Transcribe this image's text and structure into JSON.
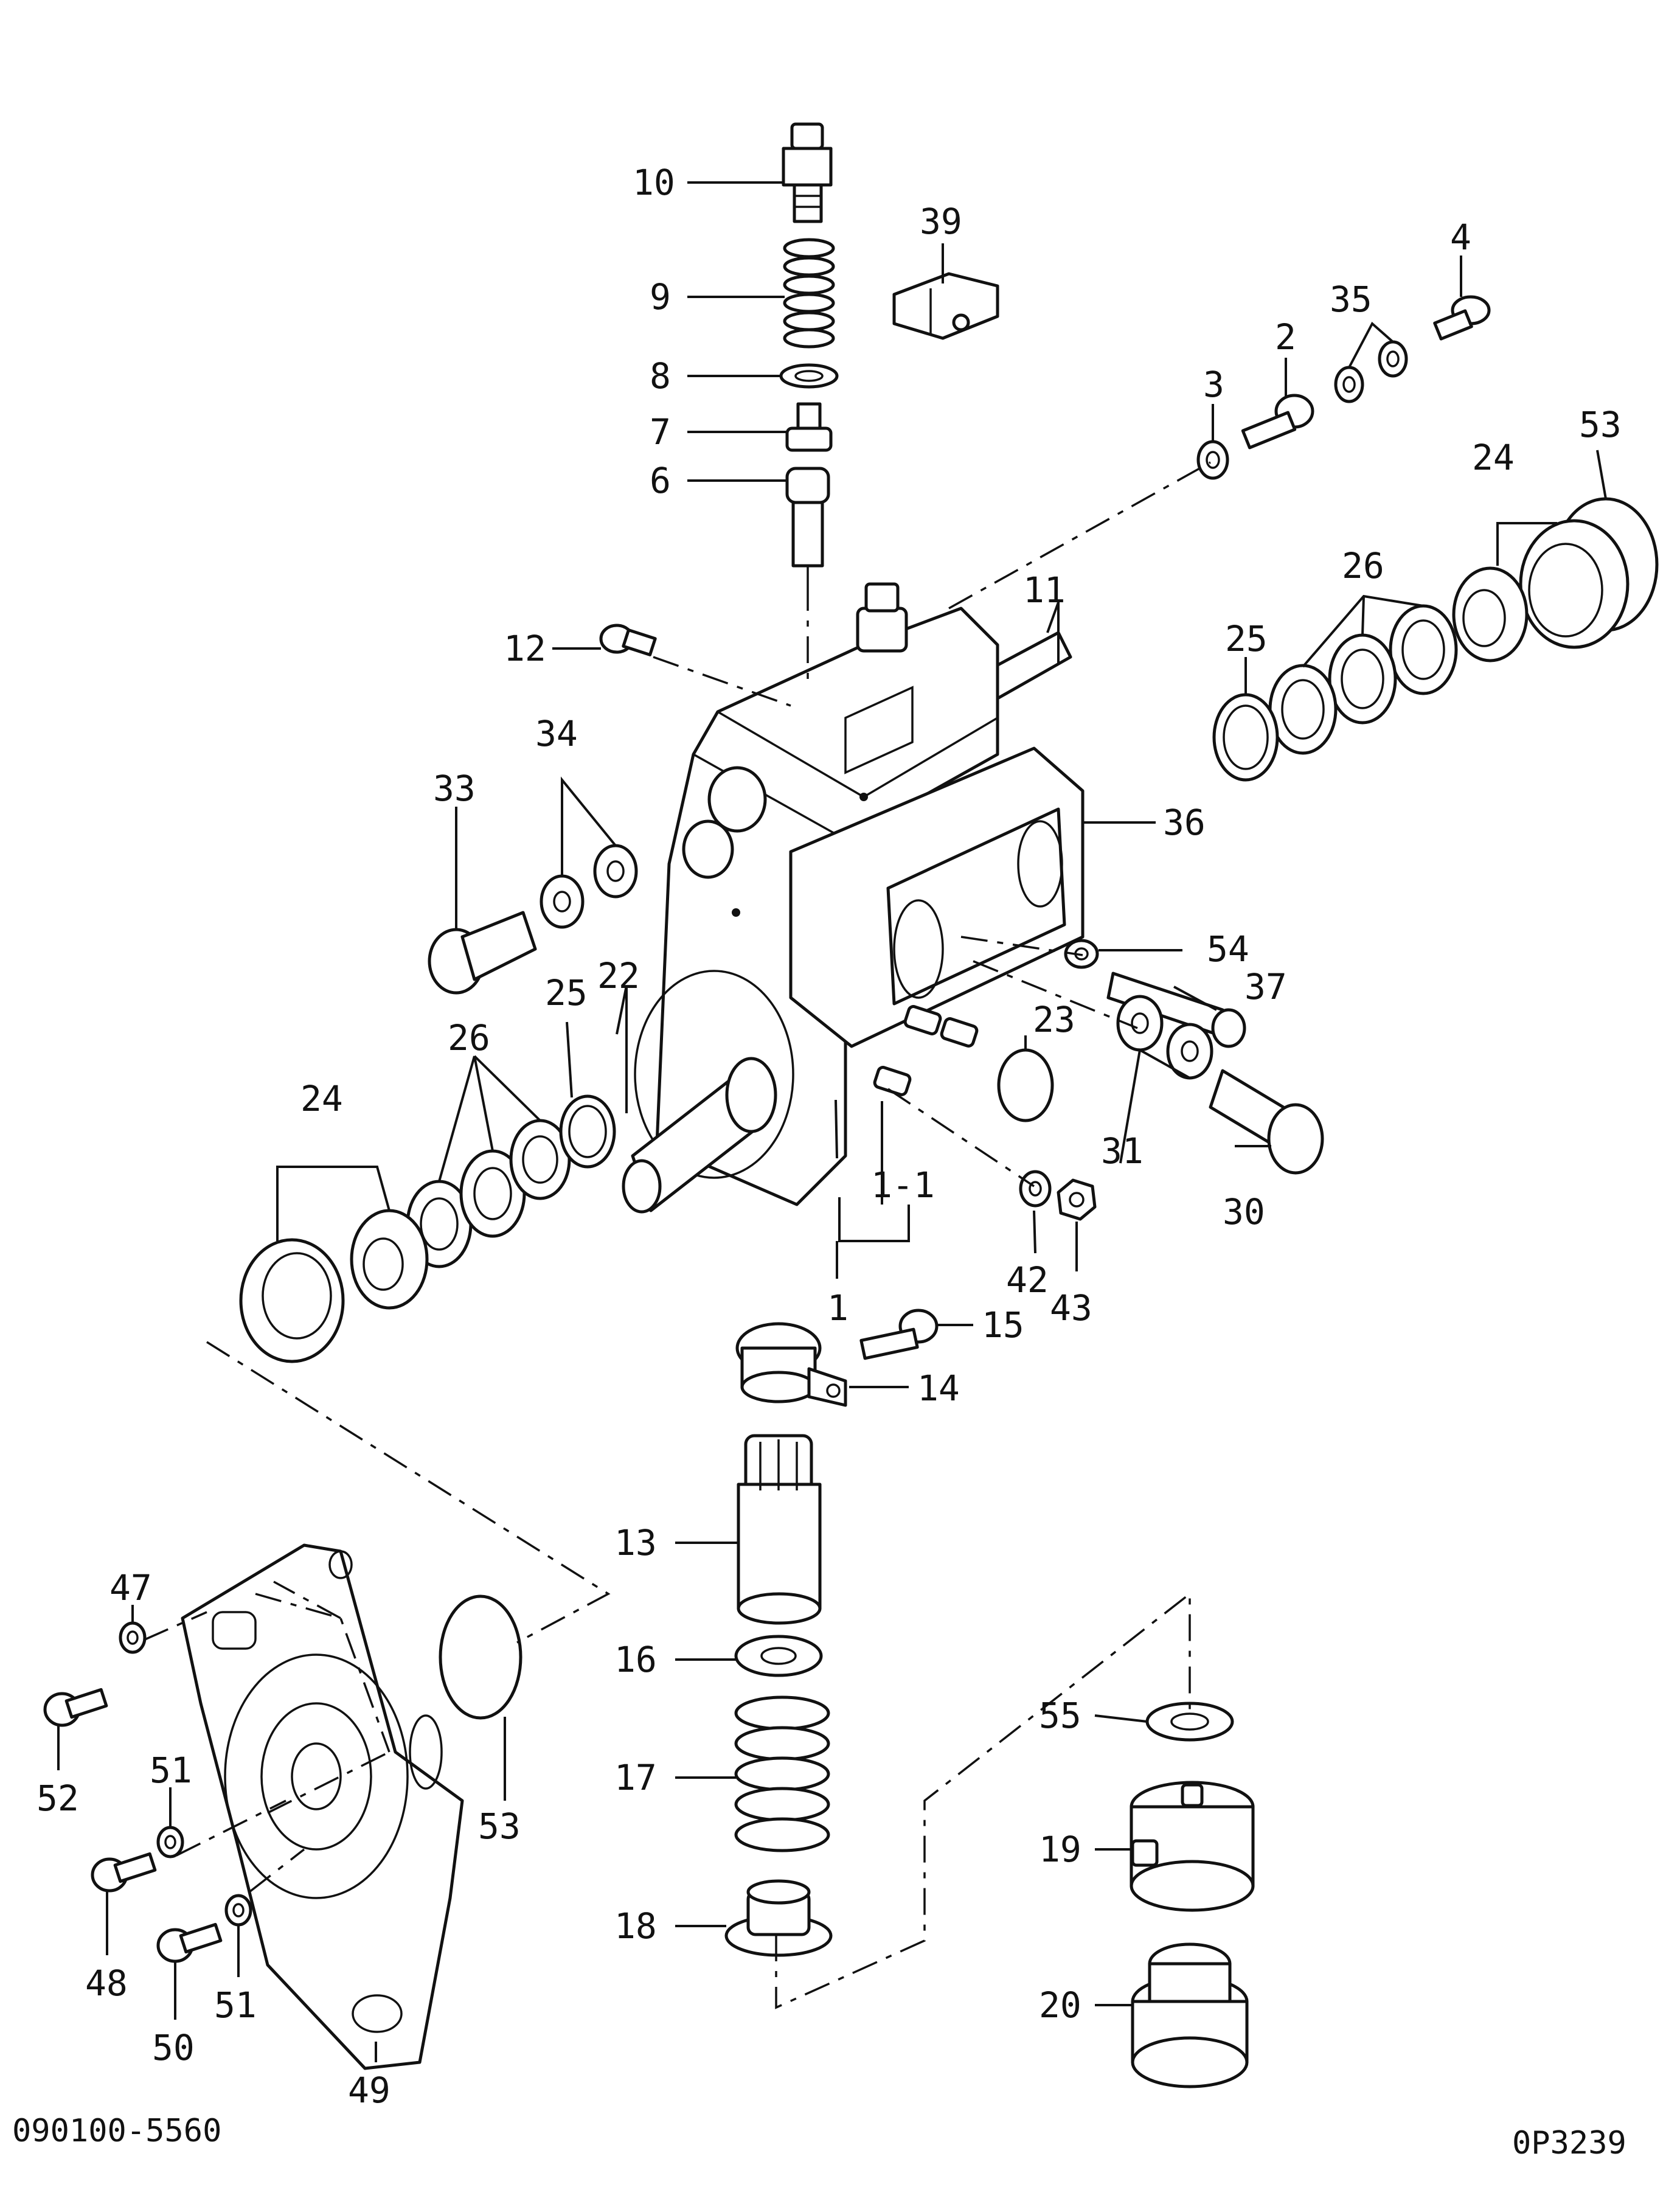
{
  "document": {
    "doc_code": "090100-5560",
    "fig_code": "0P3239"
  },
  "callouts": [
    "10",
    "9",
    "8",
    "7",
    "6",
    "39",
    "4",
    "35",
    "2",
    "3",
    "53",
    "24",
    "26",
    "25",
    "11",
    "12",
    "34",
    "33",
    "36",
    "54",
    "37",
    "22",
    "25",
    "26",
    "24",
    "23",
    "31",
    "30",
    "1-1",
    "42",
    "43",
    "1",
    "15",
    "14",
    "13",
    "47",
    "52",
    "51",
    "48",
    "50",
    "51",
    "49",
    "53",
    "16",
    "17",
    "18",
    "55",
    "19",
    "20"
  ],
  "colors": {
    "ink": "#111111",
    "paper": "#ffffff"
  }
}
